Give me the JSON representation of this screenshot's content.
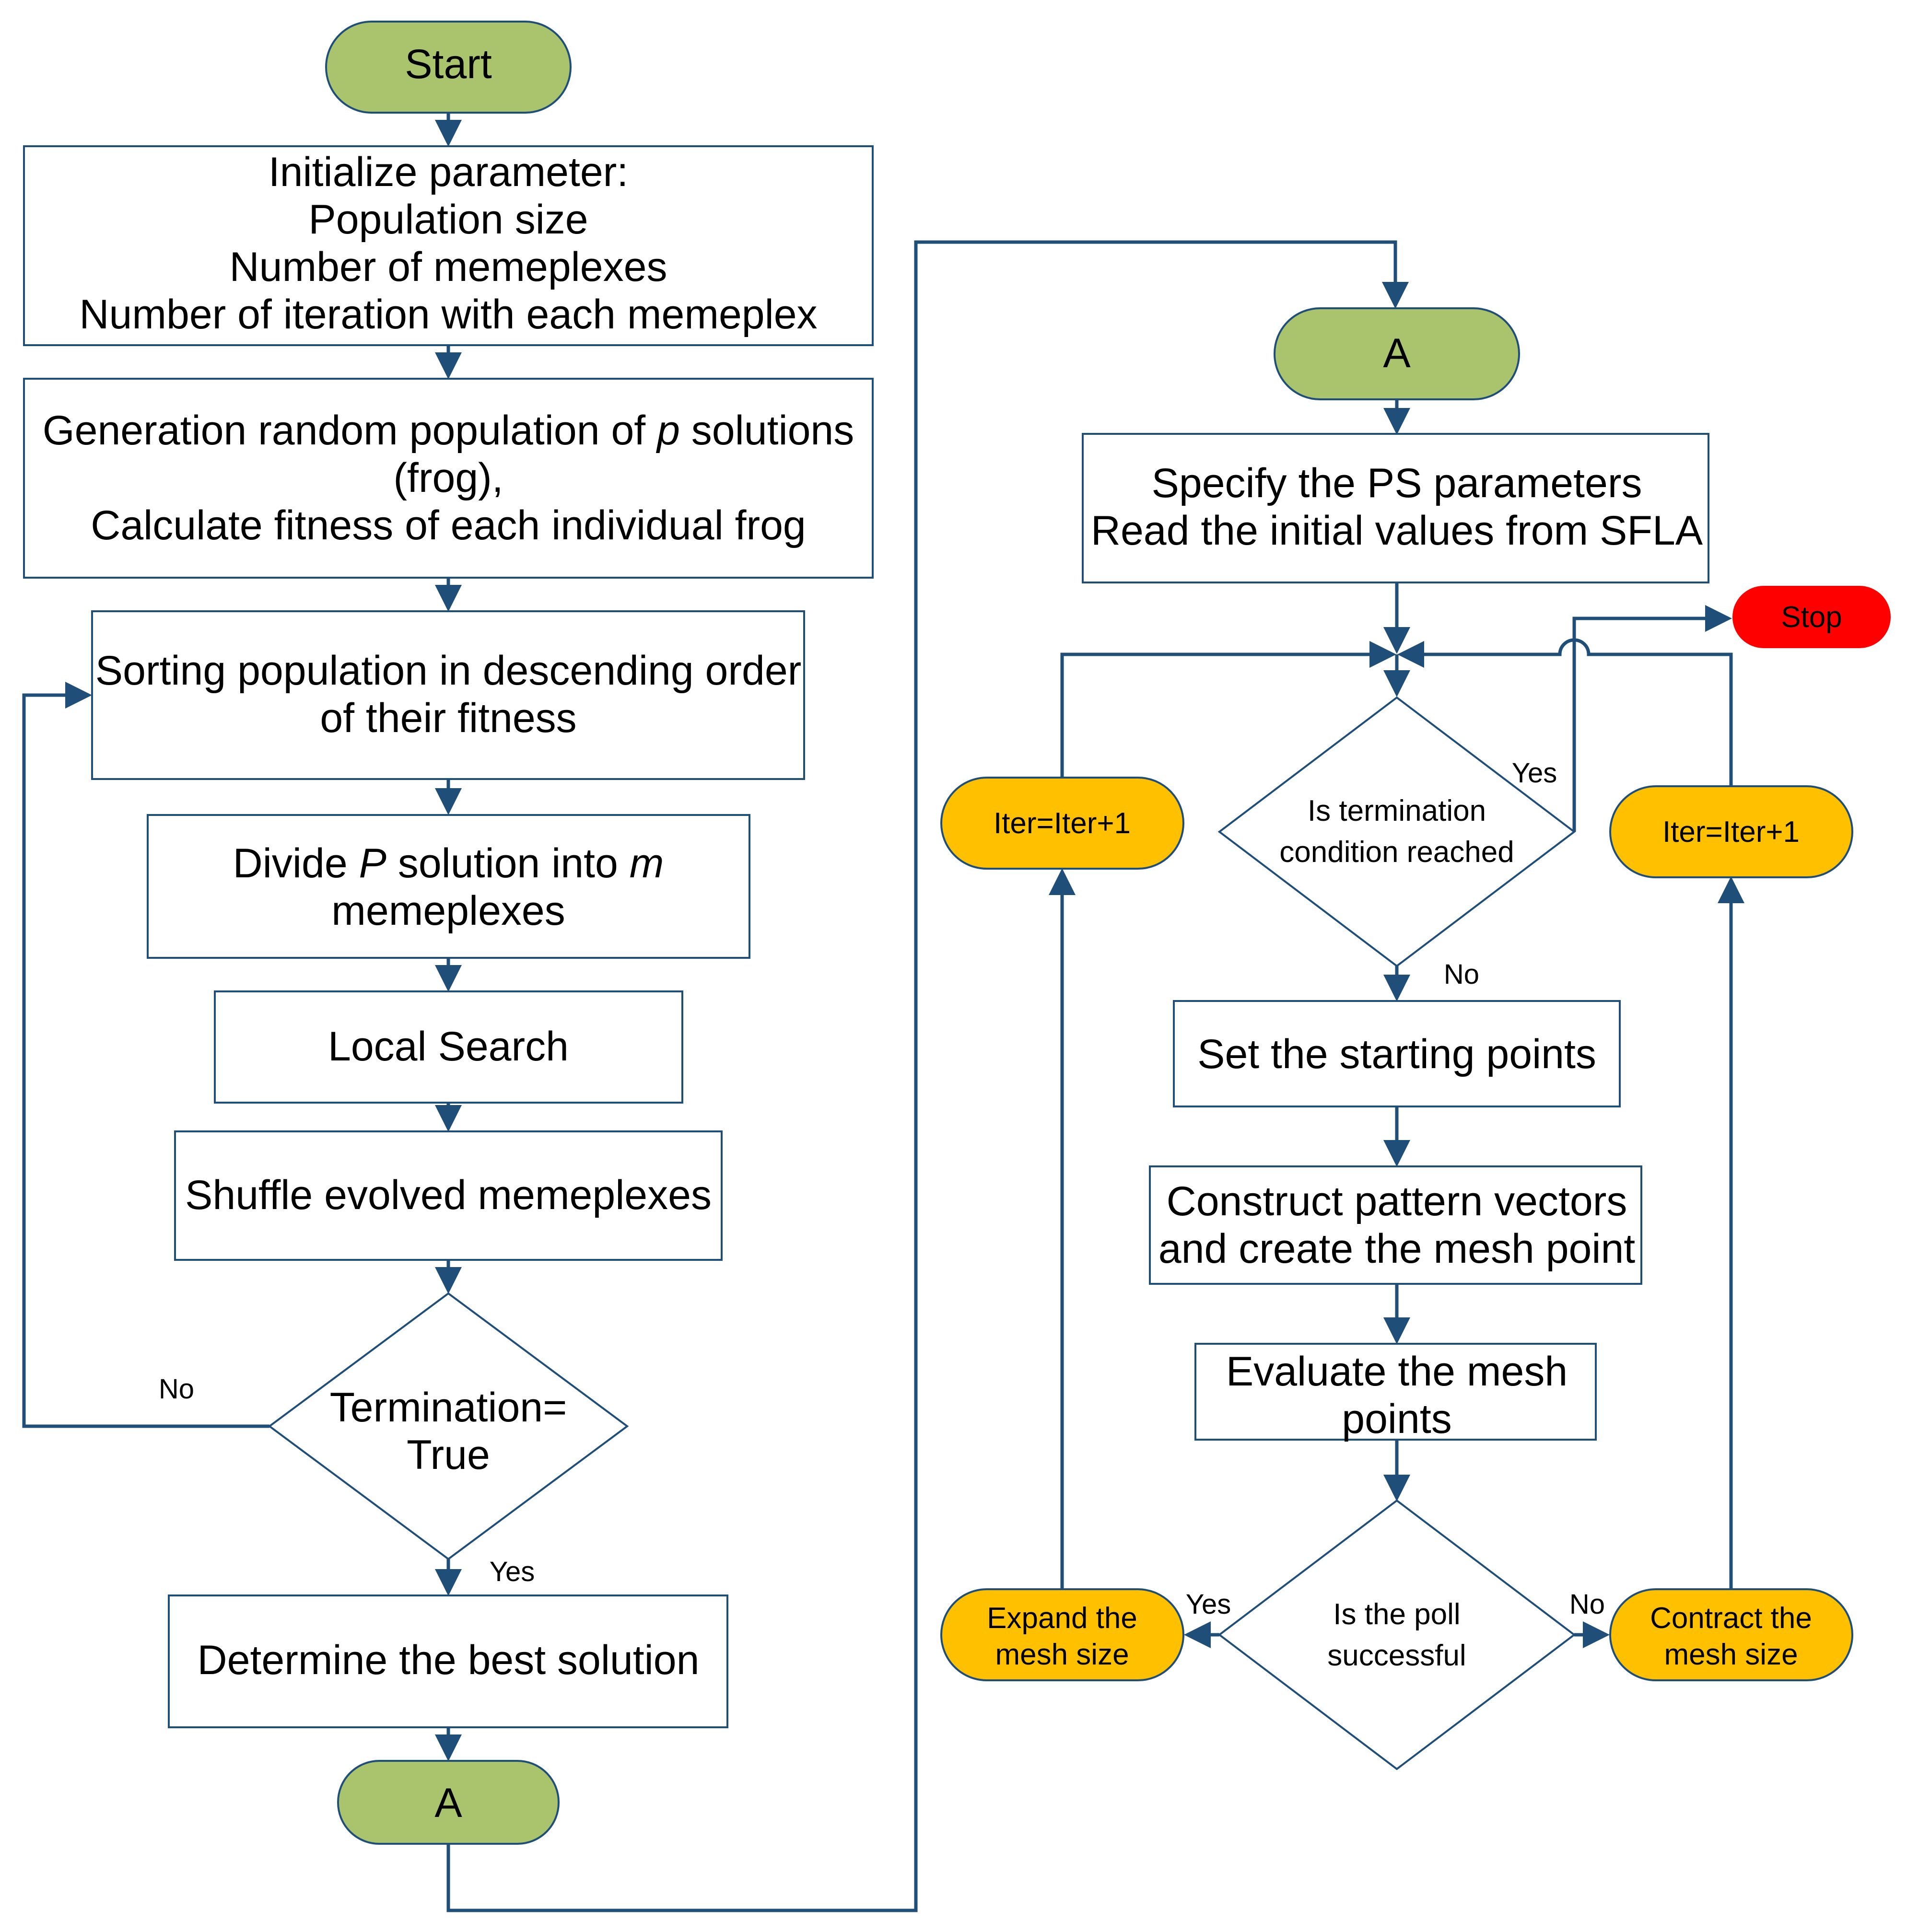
{
  "left": {
    "start": "Start",
    "init": [
      "Initialize parameter:",
      "Population size",
      "Number of memeplexes",
      "Number of iteration with each memeplex"
    ],
    "generate": {
      "line1_pre": "Generation random population of ",
      "line1_var": "p",
      "line1_post": " solutions",
      "line2": "(frog),",
      "line3": "Calculate fitness of each individual frog"
    },
    "sort": [
      "Sorting population in descending order",
      "of their fitness"
    ],
    "divide": {
      "pre": "Divide ",
      "var1": "P",
      "mid": " solution into ",
      "var2": "m",
      "line2": "memeplexes"
    },
    "local_search": "Local Search",
    "shuffle": "Shuffle evolved memeplexes",
    "termination": [
      "Termination=",
      "True"
    ],
    "no_label": "No",
    "yes_label": "Yes",
    "best": "Determine the best solution",
    "connector": "A"
  },
  "right": {
    "connector": "A",
    "specify": [
      "Specify the PS parameters",
      "Read the initial values from SFLA"
    ],
    "stop": "Stop",
    "is_termination": [
      "Is termination",
      "condition reached"
    ],
    "yes_label": "Yes",
    "no_label": "No",
    "iter_left": "Iter=Iter+1",
    "iter_right": "Iter=Iter+1",
    "set_start": "Set the starting points",
    "construct": [
      "Construct pattern vectors",
      "and create the mesh point"
    ],
    "evaluate": [
      "Evaluate the mesh",
      "points"
    ],
    "poll": [
      "Is the poll",
      "successful"
    ],
    "poll_yes": "Yes",
    "poll_no": "No",
    "expand": [
      "Expand the",
      "mesh size"
    ],
    "contract": [
      "Contract the",
      "mesh size"
    ]
  },
  "colors": {
    "stroke": "#1f4e79",
    "green": "#a9c46c",
    "yellow": "#ffc000",
    "red": "#ff0000"
  }
}
